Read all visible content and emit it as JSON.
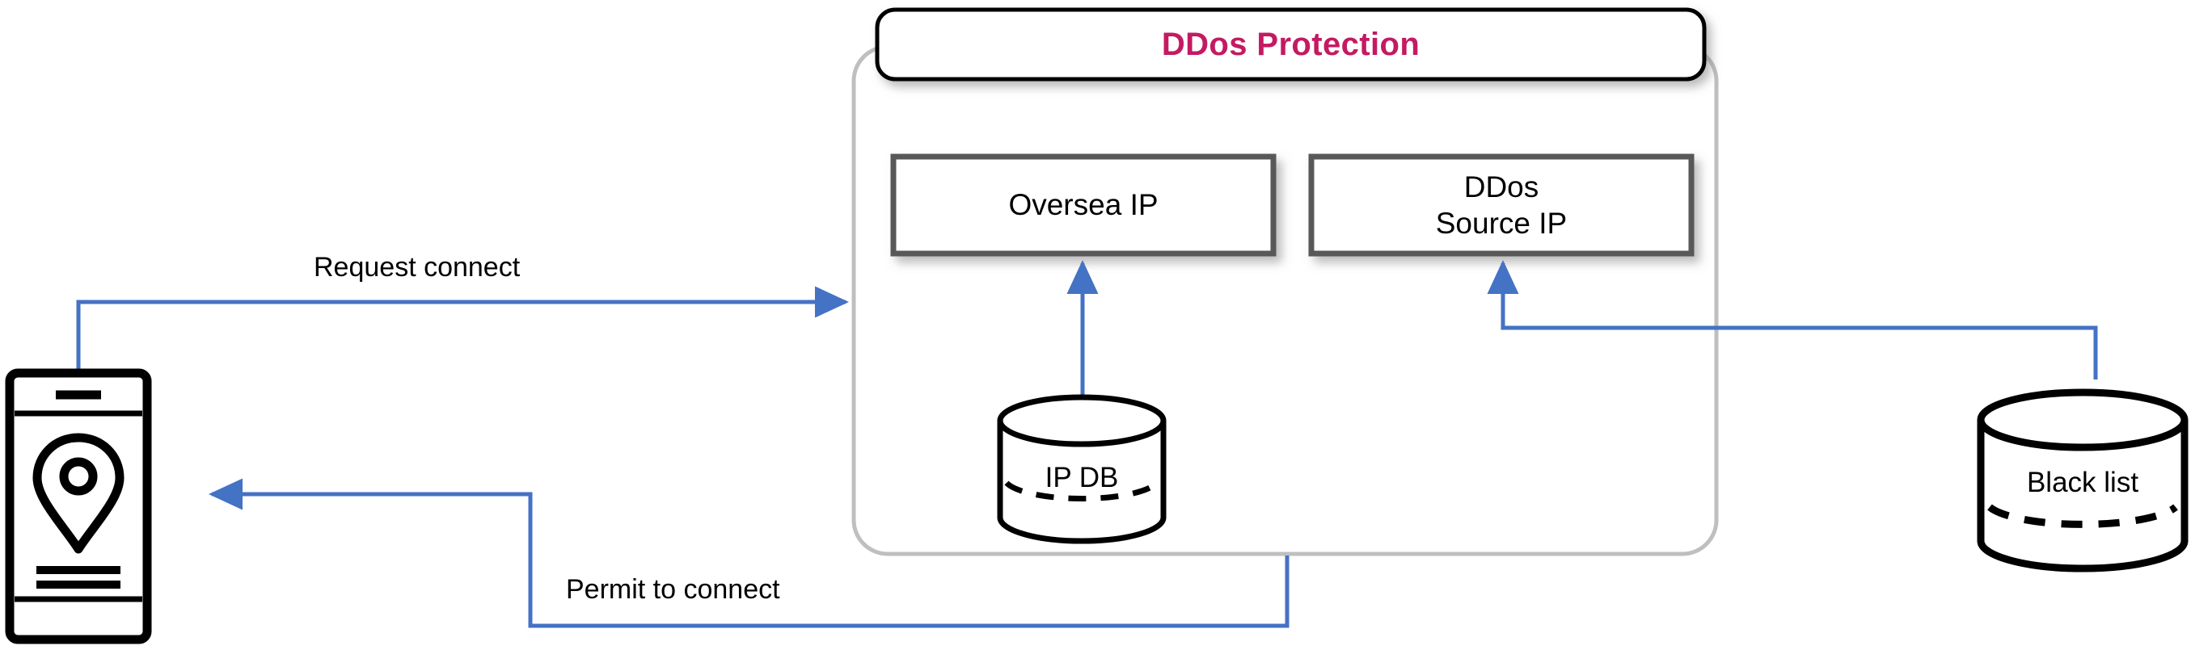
{
  "diagram": {
    "type": "network-security-flow",
    "background_color": "#ffffff",
    "title_box": {
      "label": "DDos Protection",
      "text_color": "#C41A62",
      "border_color": "#000000",
      "fill": "#ffffff"
    },
    "container": {
      "name": "ddos-protection-container",
      "border_color": "#BFBFBF",
      "fill": "#ffffff"
    },
    "inner_boxes": [
      {
        "id": "oversea-ip",
        "label": "Oversea IP",
        "border_color": "#595959",
        "fill": "#ffffff"
      },
      {
        "id": "ddos-source-ip",
        "label": "DDos\nSource IP",
        "line1": "DDos",
        "line2": "Source IP",
        "border_color": "#595959",
        "fill": "#ffffff"
      }
    ],
    "databases": [
      {
        "id": "ip-db",
        "label": "IP DB",
        "stroke": "#000000",
        "fill": "#ffffff",
        "location": "inside-container"
      },
      {
        "id": "black-list",
        "label": "Black list",
        "stroke": "#000000",
        "fill": "#ffffff",
        "location": "outside-right"
      }
    ],
    "devices": [
      {
        "id": "mobile-phone",
        "icon": "smartphone-with-location-pin",
        "stroke": "#000000",
        "fill": "#ffffff"
      }
    ],
    "connectors": [
      {
        "id": "request-connect",
        "label": "Request connect",
        "from": "mobile-phone",
        "to": "ddos-protection-container",
        "color": "#4472C4",
        "arrowhead": "end"
      },
      {
        "id": "permit-to-connect",
        "label": "Permit to connect",
        "from": "ddos-protection-container",
        "to": "mobile-phone",
        "color": "#4472C4",
        "arrowhead": "end"
      },
      {
        "id": "ipdb-to-oversea",
        "label": "",
        "from": "ip-db",
        "to": "oversea-ip",
        "color": "#4472C4",
        "arrowhead": "end"
      },
      {
        "id": "blacklist-to-ddos-source",
        "label": "",
        "from": "black-list",
        "to": "ddos-source-ip",
        "color": "#4472C4",
        "arrowhead": "end"
      }
    ]
  }
}
